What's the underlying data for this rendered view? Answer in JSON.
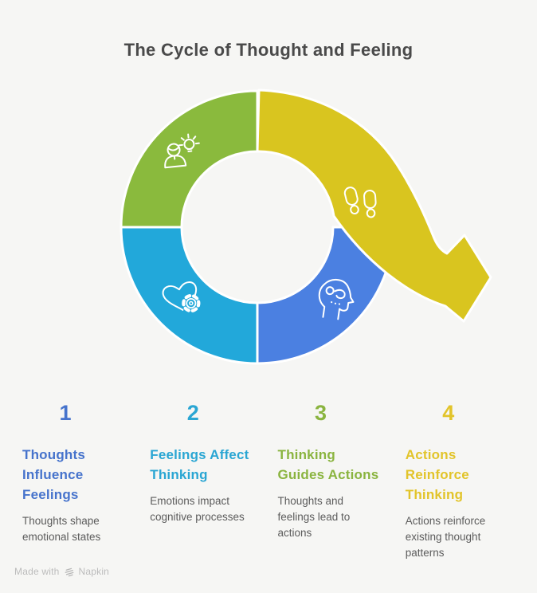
{
  "title": "The Cycle of Thought and Feeling",
  "background_color": "#f6f6f4",
  "diagram": {
    "name": "cycle-of-thought-diagram",
    "segments": [
      {
        "position": "top-left",
        "color": "#8aba3d",
        "icon": "person-idea-icon",
        "related_step": "3"
      },
      {
        "position": "bottom-left",
        "color": "#22a8da",
        "icon": "heart-gear-icon",
        "related_step": "2"
      },
      {
        "position": "bottom-right",
        "color": "#4b80e1",
        "icon": "head-mind-icon",
        "related_step": "1"
      },
      {
        "position": "top-right-arrow",
        "color": "#d9c51f",
        "icon": "footprints-icon",
        "related_step": "4"
      }
    ]
  },
  "steps": [
    {
      "number": "1",
      "heading": "Thoughts Influence Feelings",
      "description": "Thoughts shape emotional states",
      "accent_color": "#4673cc"
    },
    {
      "number": "2",
      "heading": "Feelings Affect Thinking",
      "description": "Emotions impact cognitive processes",
      "accent_color": "#2aa6d3"
    },
    {
      "number": "3",
      "heading": "Thinking Guides Actions",
      "description": "Thoughts and feelings lead to actions",
      "accent_color": "#8ab43f"
    },
    {
      "number": "4",
      "heading": "Actions Reinforce Thinking",
      "description": "Actions reinforce existing thought patterns",
      "accent_color": "#e2c42a"
    }
  ],
  "footer": {
    "made_with_label": "Made with",
    "brand_name": "Napkin",
    "text_color": "#bcbcbc"
  }
}
